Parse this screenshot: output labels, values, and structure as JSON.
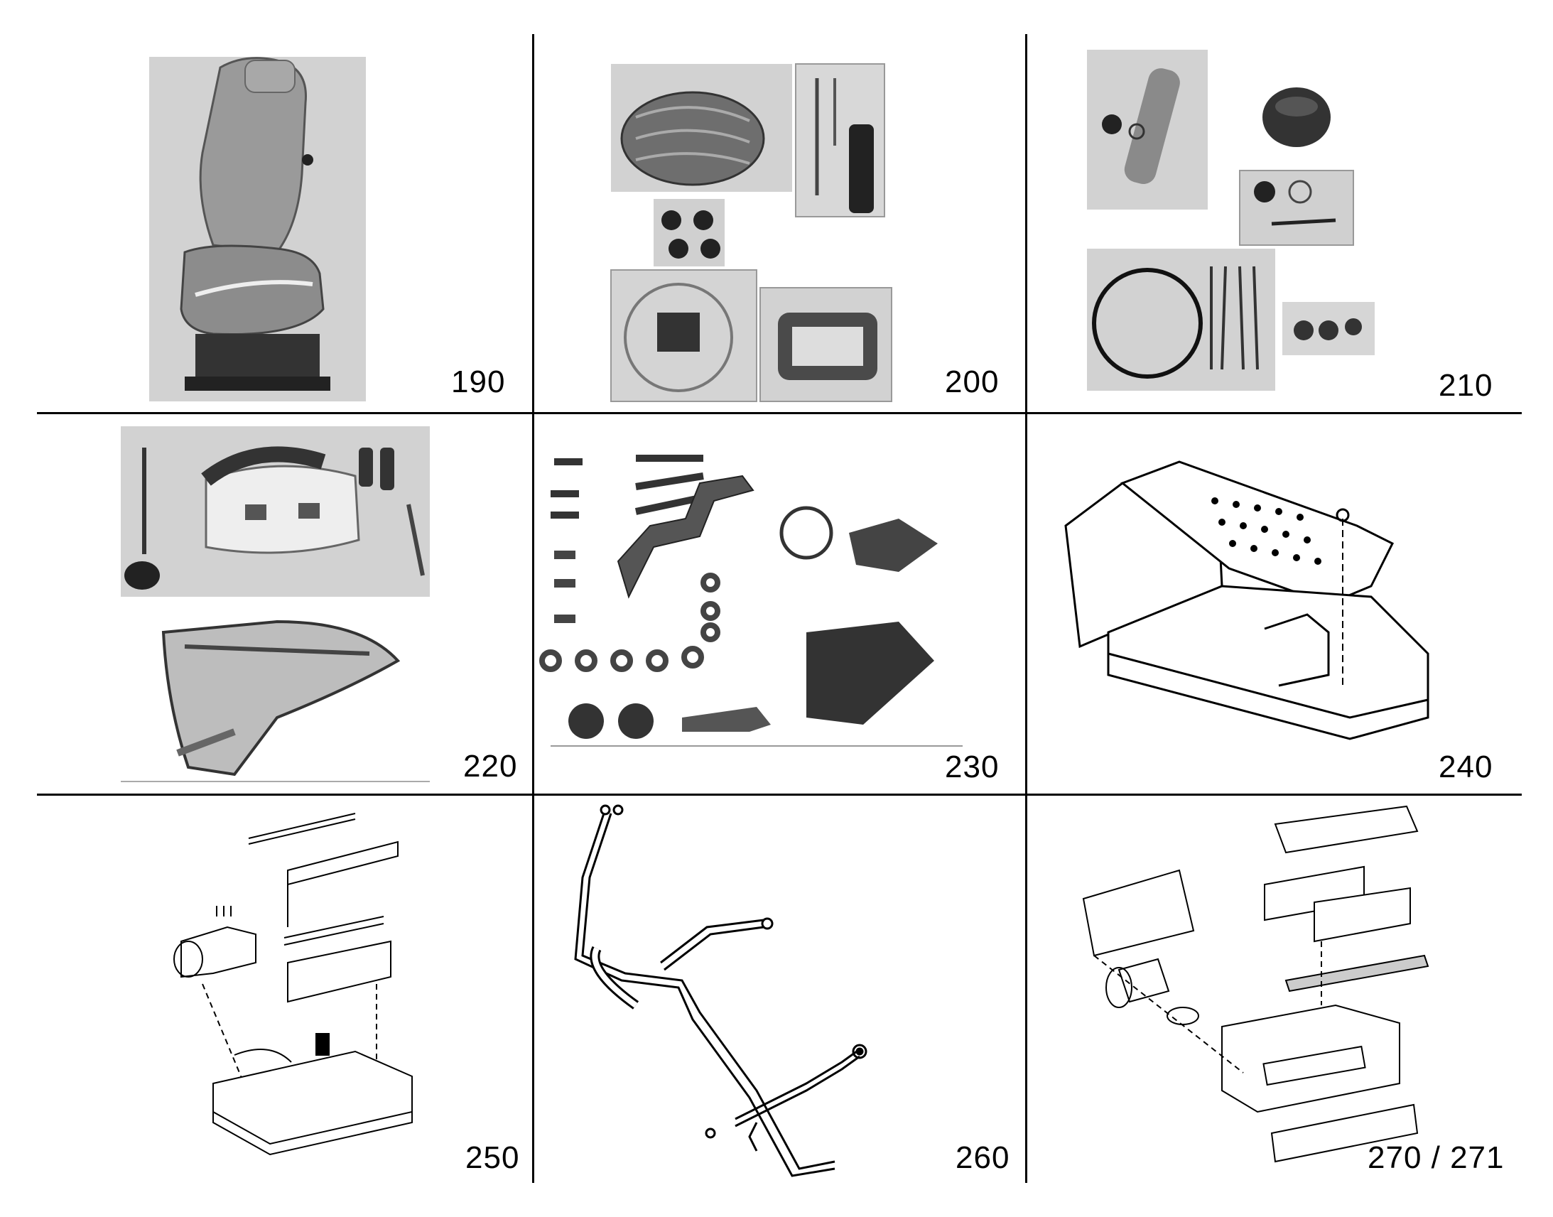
{
  "cells": [
    {
      "label": "190",
      "illustration": "operator-seat-photo"
    },
    {
      "label": "200",
      "illustration": "seat-cover-kit-photo"
    },
    {
      "label": "210",
      "illustration": "shock-absorber-kit-photo"
    },
    {
      "label": "220",
      "illustration": "console-kit-photo"
    },
    {
      "label": "230",
      "illustration": "bracket-hardware-photo"
    },
    {
      "label": "240",
      "illustration": "housing-assembly-drawing"
    },
    {
      "label": "250",
      "illustration": "heater-assembly-drawing"
    },
    {
      "label": "260",
      "illustration": "hose-routing-drawing"
    },
    {
      "label": "270 / 271",
      "illustration": "air-conditioning-assembly-drawing"
    }
  ],
  "colors": {
    "rule": "#000000",
    "photo_bg": "#d2d2d2",
    "line_art": "#000000"
  }
}
